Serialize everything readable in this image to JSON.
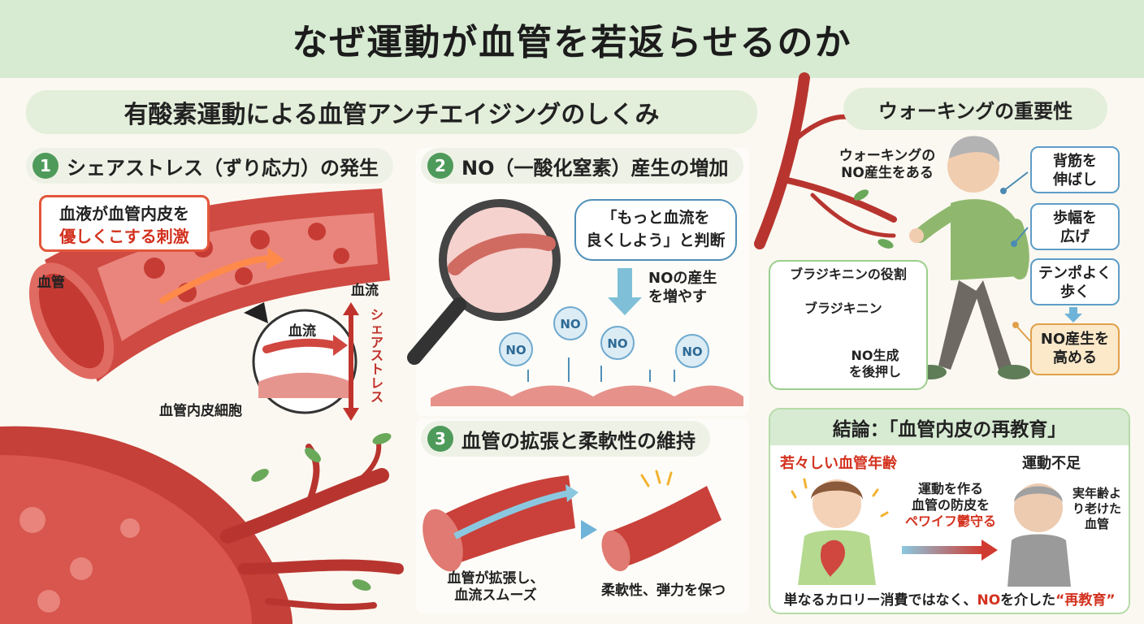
{
  "header": {
    "title": "なぜ運動が血管を若返らせるのか"
  },
  "subtitle": "有酸素運動による血管アンチエイジングのしくみ",
  "walking_title": "ウォーキングの重要性",
  "section1": {
    "num": "1",
    "title": "シェアストレス（ずり応力）の発生",
    "callout_line1": "血液が血管内皮を",
    "callout_line2": "優しくこする刺激",
    "label_vessel": "血管",
    "label_flow_inset": "血流",
    "label_flow_side": "血流",
    "label_shear": "シェアストレス",
    "label_endothelial": "血管内皮細胞"
  },
  "section2": {
    "num": "2",
    "title": "NO（一酸化窒素）産生の増加",
    "bubble_line1": "「もっと血流を",
    "bubble_line2": "良くしよう」と判断",
    "no_increase_line1": "NOの産生",
    "no_increase_line2": "を増やす",
    "no_molecule": "NO"
  },
  "section3": {
    "num": "3",
    "title": "血管の拡張と柔軟性の維持",
    "caption1_line1": "血管が拡張し、",
    "caption1_line2": "血流スムーズ",
    "caption2": "柔軟性、弾力を保つ"
  },
  "walking": {
    "note_line1": "ウォーキングの",
    "note_line2": "NO産生をある",
    "tip1_line1": "背筋を",
    "tip1_line2": "伸ばし",
    "tip2_line1": "歩幅を",
    "tip2_line2": "広げ",
    "tip3_line1": "テンポよく",
    "tip3_line2": "歩く",
    "result_line1": "NO産生を",
    "result_line2": "高める"
  },
  "bradykinin": {
    "title": "ブラジキニンの役割",
    "label": "ブラジキニン",
    "effect_line1": "NO生成",
    "effect_line2": "を後押し"
  },
  "conclusion": {
    "title": "結論：「血管内皮の再教育」",
    "young_label": "若々しい血管年齢",
    "inactive_label": "運動不足",
    "middle_line1": "運動を作る",
    "middle_line2": "血管の防皮を",
    "middle_line3": "ペワイフ鬱守る",
    "older_line1": "実年齢よ",
    "older_line2": "り老けた",
    "older_line3": "血管",
    "bottom_part1": "単なるカロリー消費ではなく、",
    "bottom_no": "NO",
    "bottom_part2": "を介した",
    "bottom_reedu": "“再教育”"
  },
  "colors": {
    "banner_green": "#d7ead2",
    "accent_green": "#4e9a5a",
    "vessel_red": "#c9413a",
    "highlight_red": "#d3321f",
    "no_blue": "#4f8fb8"
  }
}
